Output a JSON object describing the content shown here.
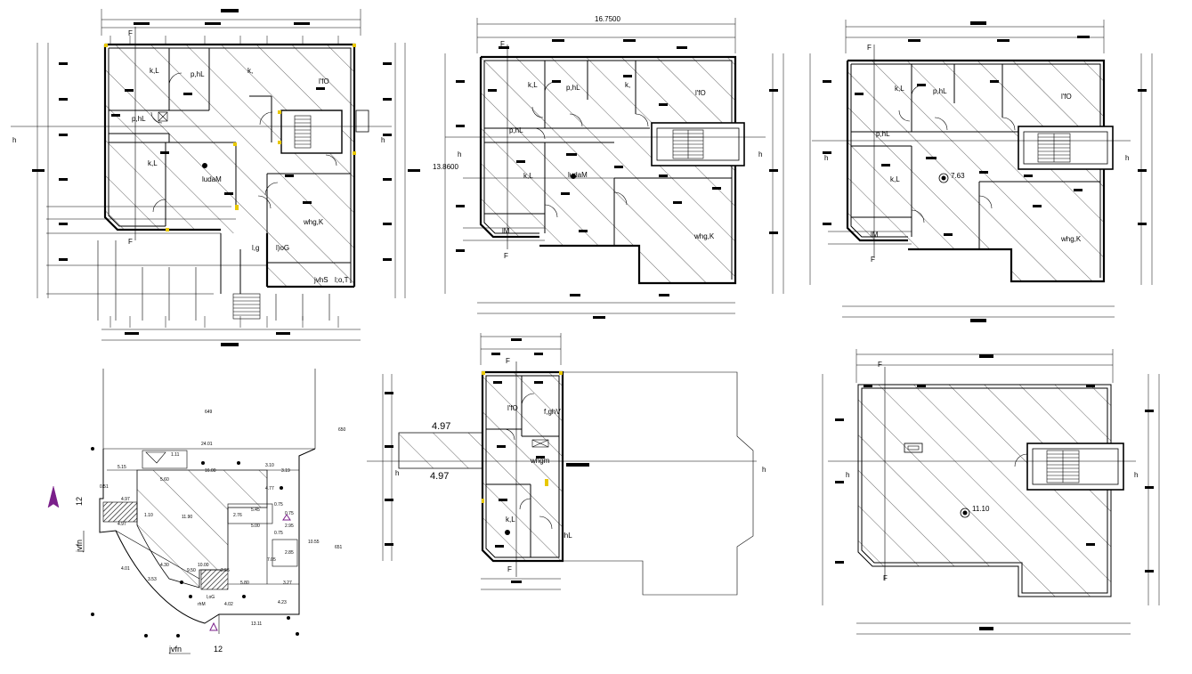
{
  "plans": {
    "ground": {
      "rooms": [
        "k,L",
        "p,hL",
        "k,",
        "l'fO",
        "p,hL",
        "k,L",
        "ludaM",
        "whg,K",
        "l,g",
        "l)oG",
        "jvhS",
        "l;o,T"
      ],
      "markers": [
        "F",
        "F",
        "h",
        "h"
      ]
    },
    "first": {
      "overall_width": "16.7500",
      "overall_height": "13.8600",
      "rooms": [
        "k,L",
        "p,hL",
        "k,",
        "l'fO",
        "p,hL",
        "k,L",
        "ludaM",
        "whg,K",
        "lM"
      ],
      "markers": [
        "F",
        "F",
        "h",
        "h"
      ]
    },
    "second": {
      "rooms": [
        "k,L",
        "p,hL",
        "l'fO",
        "p,hL",
        "k,L",
        "whg,K",
        "lM"
      ],
      "level": "7.63",
      "markers": [
        "F",
        "F",
        "h",
        "h"
      ]
    },
    "site": {
      "numbers": [
        "649",
        "650",
        "651",
        "24.01",
        "5.15",
        "1.11",
        "16.00",
        "3.10",
        "3.19",
        "5.60",
        "4.97",
        "4.97",
        "11.90",
        "2.76",
        "4.77",
        "0.75",
        "5.45",
        "0.75",
        "2.95",
        "5.00",
        "0.75",
        "2.85",
        "7.05",
        "10.55",
        "4.01",
        "4.30",
        "9.50",
        "10.00",
        "2.55",
        "3.53",
        "5.80",
        "3.27",
        "4.23",
        "4.02",
        "13.11",
        "0.51",
        "1.10"
      ],
      "road_label": "jvfn",
      "road_width_1": "12",
      "road_width_2": "12",
      "room_labels": [
        "l,oG",
        "rhM"
      ]
    },
    "stair_level": {
      "rooms": [
        "l'fO",
        "f,ghV",
        "whgm",
        "k,L",
        "lhL"
      ],
      "extension_top": "4.97",
      "extension_bottom": "4.97",
      "markers": [
        "F",
        "F",
        "h",
        "h"
      ]
    },
    "roof": {
      "level": "11.10",
      "markers": [
        "F",
        "F",
        "h",
        "h"
      ]
    }
  }
}
